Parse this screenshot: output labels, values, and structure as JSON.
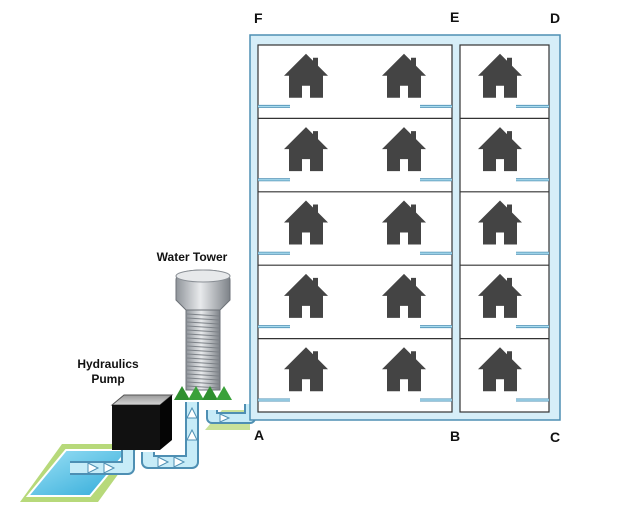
{
  "labels": {
    "water_tower": "Water Tower",
    "pump_line1": "Hydraulics",
    "pump_line2": "Pump"
  },
  "corners": {
    "a": "A",
    "b": "B",
    "c": "C",
    "d": "D",
    "e": "E",
    "f": "F"
  },
  "grid": {
    "rows": 5,
    "columns": 3,
    "houses": 15
  },
  "colors": {
    "pipe": "#a8dcef",
    "pipe_outline": "#4e8fb3",
    "house": "#444444",
    "wall": "#333333",
    "water": "#3fb6df",
    "grass": "#b7d97a",
    "valve": "#2f8f2f",
    "pump": "#111111"
  }
}
